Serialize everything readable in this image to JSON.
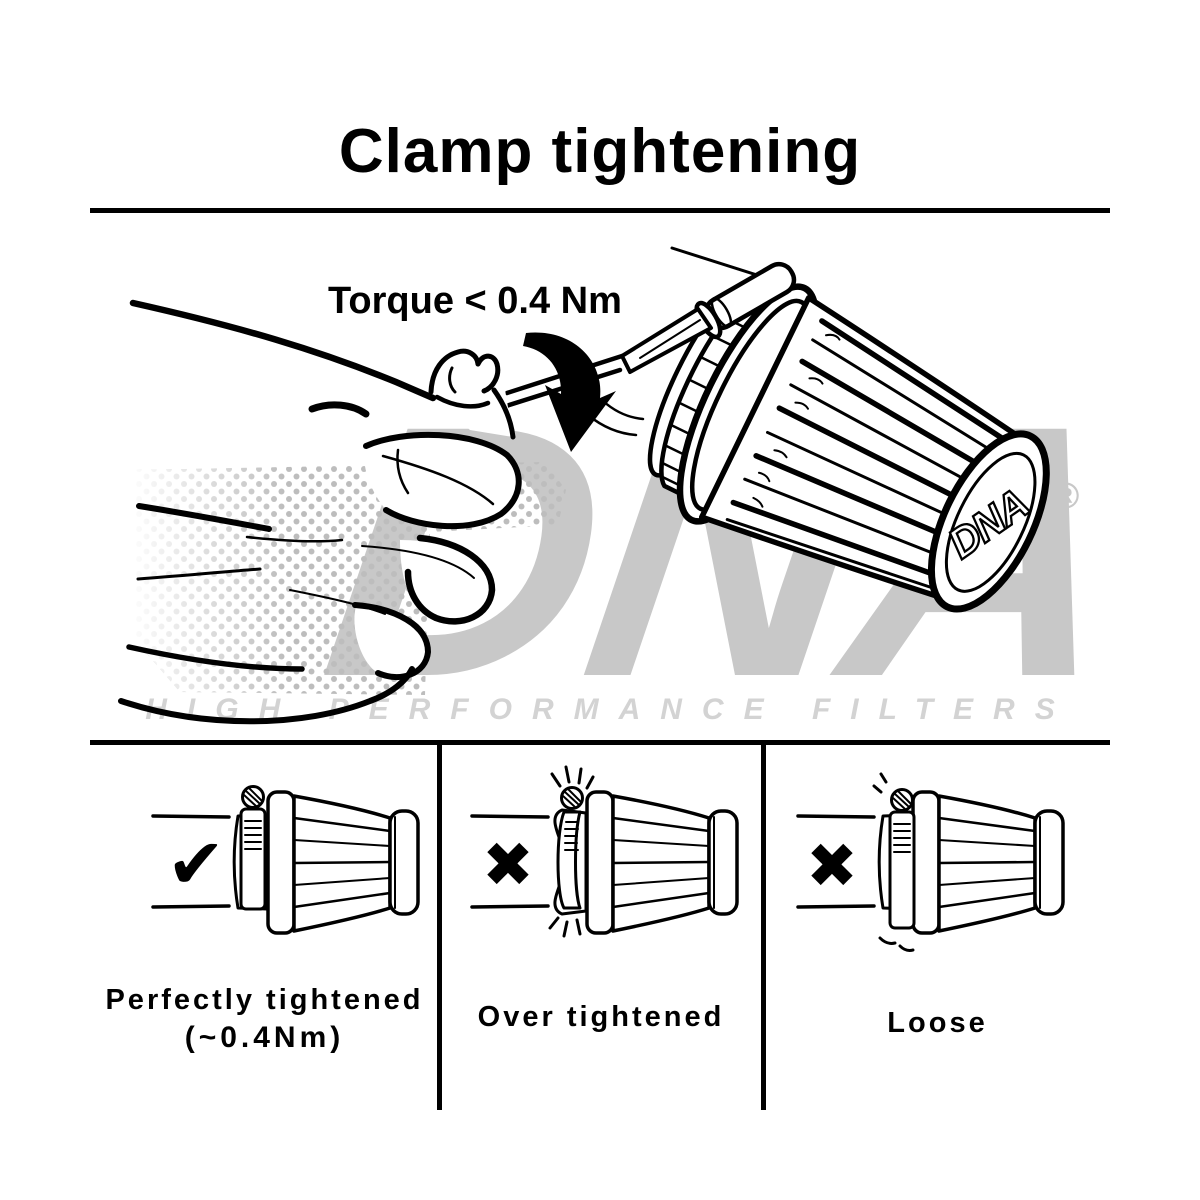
{
  "title": "Clamp tightening",
  "instruction": {
    "torque_label": "Torque < 0.4 Nm"
  },
  "watermark": {
    "logo_text": "DNA",
    "registered_mark": "®",
    "tagline": "HIGH PERFORMANCE FILTERS"
  },
  "filter_cap_logo": "DNA",
  "panels": [
    {
      "result": "correct",
      "mark_glyph": "✔",
      "label": "Perfectly tightened",
      "sublabel": "(~0.4Nm)"
    },
    {
      "result": "wrong",
      "mark_glyph": "✖",
      "label": "Over tightened",
      "sublabel": ""
    },
    {
      "result": "wrong",
      "mark_glyph": "✖",
      "label": "Loose",
      "sublabel": ""
    }
  ],
  "colors": {
    "ink": "#000000",
    "watermark_gray": "#c8c8c8",
    "tagline_gray": "#d3d3d3",
    "halftone_gray": "#bdbdbd"
  }
}
